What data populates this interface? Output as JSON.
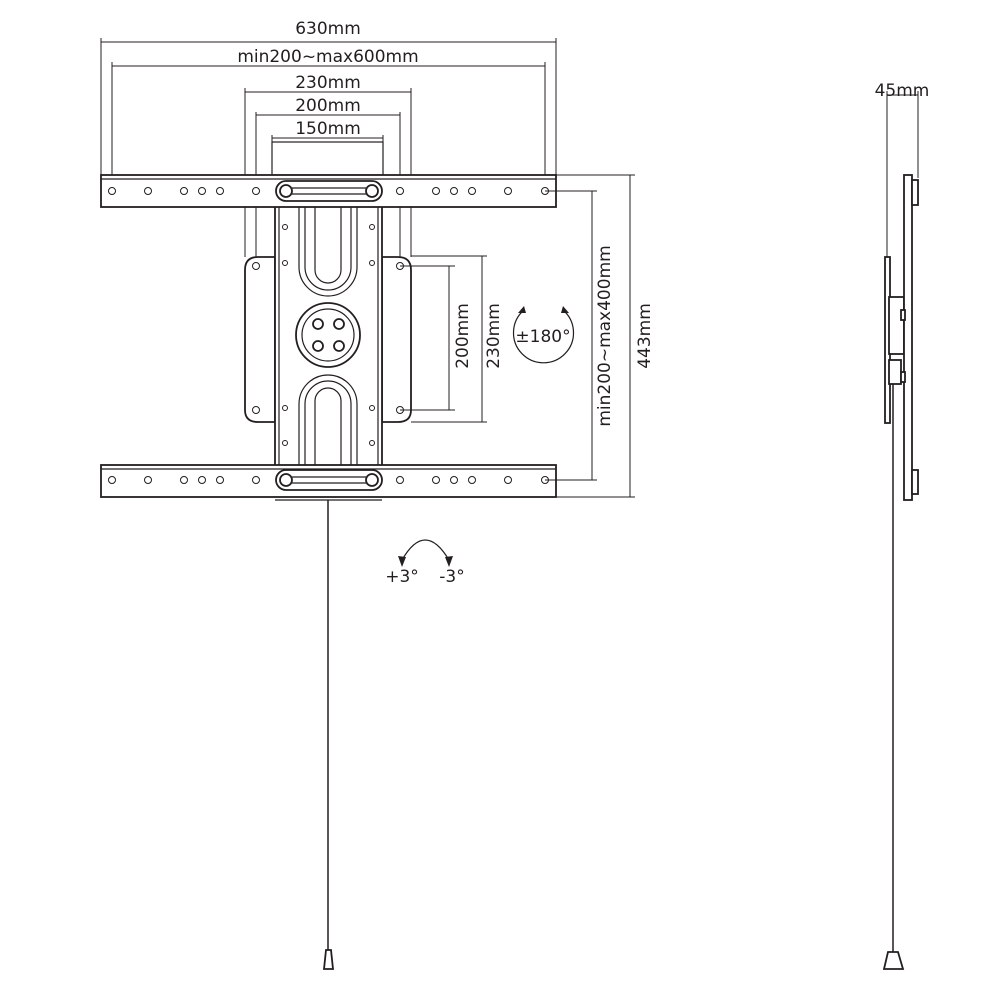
{
  "front_view": {
    "dimensions": {
      "overall_width": "630mm",
      "vesa_width_range": "min200~max600mm",
      "plate_width_outer": "230mm",
      "plate_width_hole": "200mm",
      "plate_width_inner": "150mm",
      "plate_height_hole": "200mm",
      "plate_height_outer": "230mm",
      "vesa_height_range": "min200~max400mm",
      "overall_height": "443mm"
    },
    "rotation_label": "±180°",
    "tilt": {
      "up": "+3°",
      "down": "-3°"
    }
  },
  "side_view": {
    "depth": "45mm"
  },
  "colors": {
    "line": "#231f20",
    "background": "#ffffff"
  }
}
